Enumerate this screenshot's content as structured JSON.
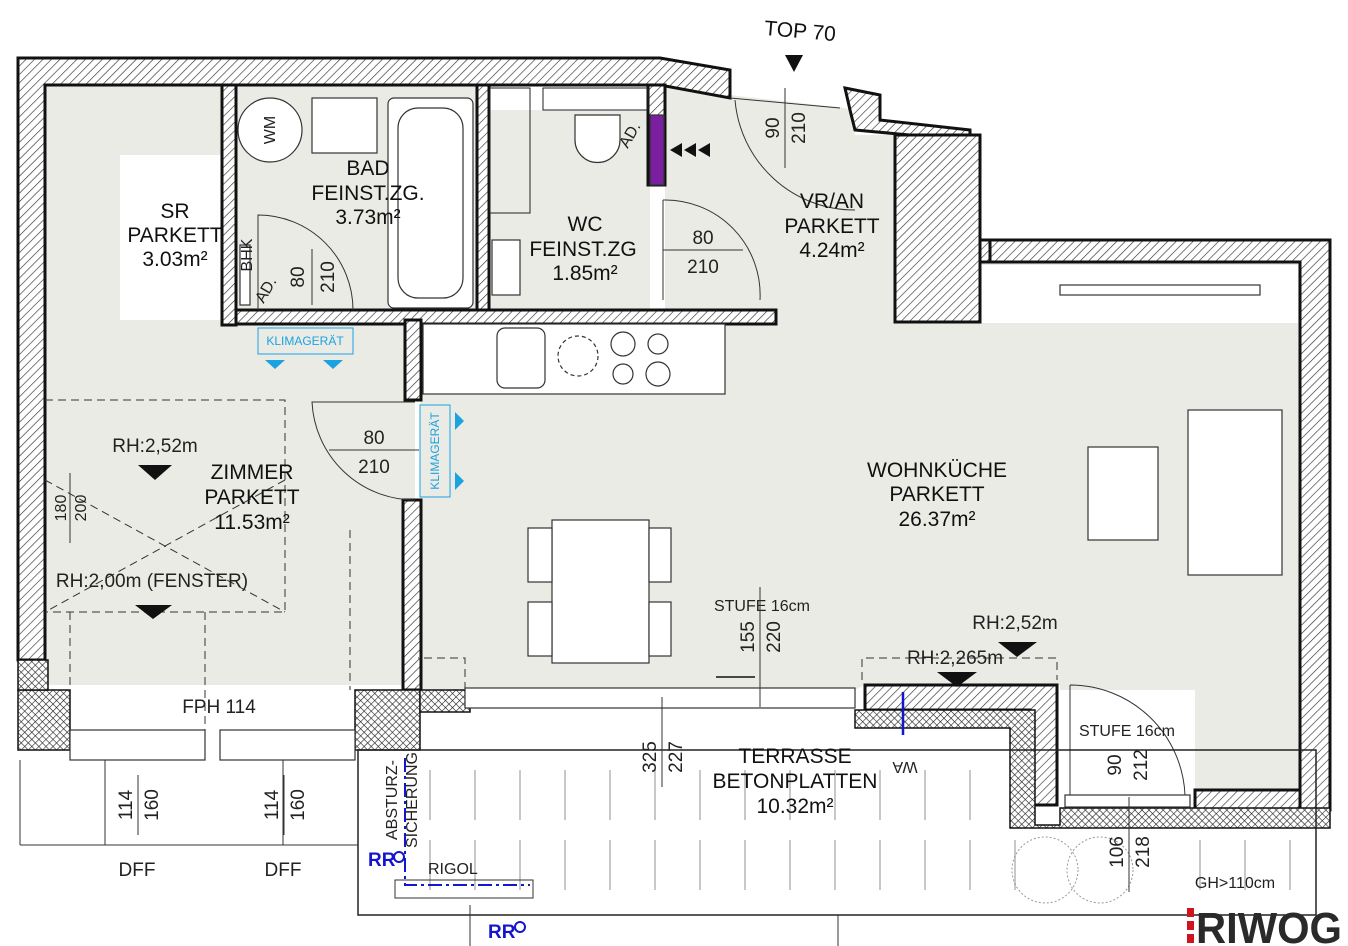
{
  "plan": {
    "unit_label": "TOP 70",
    "rooms": {
      "sr": {
        "name": "SR",
        "floor": "PARKETT",
        "area": "3.03m²"
      },
      "bad": {
        "name": "BAD",
        "floor": "FEINST.ZG.",
        "area": "3.73m²"
      },
      "wc": {
        "name": "WC",
        "floor": "FEINST.ZG",
        "area": "1.85m²"
      },
      "vr": {
        "name": "VR/AN",
        "floor": "PARKETT",
        "area": "4.24m²"
      },
      "wohn": {
        "name": "WOHNKÜCHE",
        "floor": "PARKETT",
        "area": "26.37m²"
      },
      "zimmer": {
        "name": "ZIMMER",
        "floor": "PARKETT",
        "area": "11.53m²"
      },
      "terrasse": {
        "name": "TERRASSE",
        "floor": "BETONPLATTEN",
        "area": "10.32m²"
      }
    },
    "annotations": {
      "rh_zimmer": "RH:2,52m",
      "rh_fenster": "RH:2,00m  (FENSTER)",
      "rh_wohn": "RH:2,52m",
      "rh_2265": "RH:2,265m",
      "stufe1": "STUFE  16cm",
      "stufe2": "STUFE  16cm",
      "fph": "FPH  114",
      "dff1": "DFF",
      "dff2": "DFF",
      "klima1": "KLIMAGERÄT",
      "klima2": "KLIMAGERÄT",
      "ad1": "AD.",
      "ad2": "AD.",
      "bhk": "BHK",
      "wm": "WM",
      "absturz1": "ABSTURZ-",
      "absturz2": "SICHERUNG",
      "rr1": "RR",
      "rr2": "RR",
      "rigol": "RIGOL",
      "wa": "WA",
      "gh": "GH>110cm"
    },
    "dimensions": {
      "door_sr": [
        "80",
        "210"
      ],
      "door_zimmer": [
        "80",
        "210"
      ],
      "door_wc": [
        "80",
        "210"
      ],
      "door_entry": [
        "90",
        "210"
      ],
      "window_wohn": [
        "155",
        "220"
      ],
      "terrace_door": [
        "325",
        "227"
      ],
      "door_stufe": [
        "90",
        "212"
      ],
      "window_stufe": [
        "106",
        "218"
      ],
      "win1": [
        "114",
        "160"
      ],
      "win2": [
        "114",
        "160"
      ],
      "zimmer_win": [
        "180",
        "200"
      ]
    },
    "logo": "RIWOG",
    "colors": {
      "blue": "#1aa3e0",
      "rr": "#1515cc",
      "logo": "#2a2a2a",
      "logo_accent": "#d0141e"
    }
  }
}
